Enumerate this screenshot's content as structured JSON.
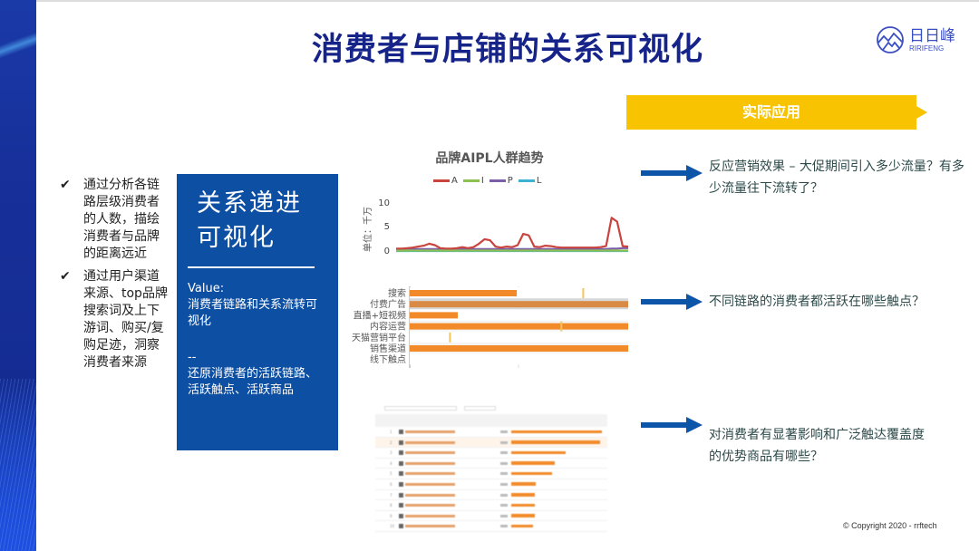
{
  "title": "消费者与店铺的关系可视化",
  "logo": {
    "cn": "日日峰",
    "en": "RIRIFENG"
  },
  "bullets": [
    "通过分析各链路层级消费者的人数，描绘消费者与品牌的距离远近",
    "通过用户渠道来源、top品牌搜索词及上下游词、购买/复购足迹，洞察消费者来源"
  ],
  "bluebox": {
    "title_line1": "关系递进",
    "title_line2": "可视化",
    "value_label": "Value:",
    "value_text": "消费者链路和关系流转可视化",
    "sep": "--",
    "detail": "还原消费者的活跃链路、活跃触点、活跃商品"
  },
  "banner": "实际应用",
  "questions": [
    "反应营销效果 – 大促期间引入多少流量？有多少流量往下流转了？",
    "不同链路的消费者都活跃在哪些触点？",
    "对消费者有显著影响和广泛触达覆盖度的优势商品有哪些？"
  ],
  "copyright": "© Copyright 2020 - rrftech",
  "colors": {
    "navy": "#16248a",
    "box": "#0d4fa3",
    "banner": "#f8c300",
    "arrow": "#0d55a8",
    "orange": "#f28a2a"
  },
  "chart_data": [
    {
      "type": "line",
      "title": "品牌AIPL人群趋势",
      "ylabel": "单位：千万",
      "ylim": [
        0,
        10
      ],
      "yticks": [
        "10",
        "5",
        "0"
      ],
      "series": [
        {
          "name": "A",
          "color": "#c9443f",
          "values": [
            0.5,
            0.5,
            0.6,
            0.7,
            0.9,
            1.1,
            1.5,
            1.2,
            0.6,
            0.5,
            0.5,
            0.6,
            0.8,
            0.6,
            0.8,
            1.5,
            2.4,
            2.2,
            0.9,
            0.7,
            0.9,
            0.8,
            1.2,
            3.5,
            3.2,
            0.9,
            0.8,
            1.1,
            1.0,
            0.8,
            0.7,
            0.7,
            0.7,
            0.7,
            0.7,
            0.7,
            0.7,
            0.8,
            1.0,
            6.8,
            6.0,
            1.0,
            0.9
          ]
        },
        {
          "name": "I",
          "color": "#8cc152",
          "values": [
            0.1,
            0.1,
            0.1,
            0.1,
            0.1,
            0.1,
            0.1,
            0.1,
            0.1,
            0.1,
            0.1,
            0.1,
            0.1,
            0.1,
            0.1,
            0.1,
            0.1,
            0.1,
            0.1,
            0.1,
            0.1,
            0.1,
            0.1,
            0.1,
            0.1,
            0.1,
            0.1,
            0.1,
            0.1,
            0.1,
            0.1,
            0.1,
            0.1,
            0.1,
            0.1,
            0.1,
            0.1,
            0.1,
            0.1,
            0.1,
            0.1,
            0.1,
            0.1
          ]
        },
        {
          "name": "P",
          "color": "#7b5ea7",
          "values": [
            0.4,
            0.4,
            0.4,
            0.4,
            0.4,
            0.4,
            0.4,
            0.4,
            0.4,
            0.4,
            0.4,
            0.4,
            0.4,
            0.4,
            0.4,
            0.4,
            0.4,
            0.4,
            0.4,
            0.4,
            0.4,
            0.4,
            0.4,
            0.4,
            0.4,
            0.4,
            0.4,
            0.4,
            0.4,
            0.4,
            0.4,
            0.4,
            0.4,
            0.4,
            0.4,
            0.4,
            0.4,
            0.4,
            0.4,
            0.5,
            0.5,
            0.6,
            0.6
          ]
        },
        {
          "name": "L",
          "color": "#3bb3d0",
          "values": [
            0,
            0,
            0,
            0,
            0,
            0,
            0,
            0,
            0,
            0,
            0,
            0,
            0,
            0,
            0,
            0,
            0,
            0,
            0,
            0,
            0,
            0,
            0,
            0,
            0,
            0,
            0,
            0,
            0,
            0,
            0,
            0,
            0,
            0,
            0,
            0,
            0,
            0,
            0,
            0,
            0,
            0,
            0
          ]
        }
      ]
    },
    {
      "type": "bar",
      "orientation": "horizontal",
      "categories": [
        "搜索",
        "付费广告",
        "直播+短视频",
        "内容运营",
        "天猫营销平台",
        "销售渠道",
        "线下触点"
      ],
      "values": [
        0.49,
        1.0,
        0.22,
        1.0,
        0,
        1.0,
        0
      ],
      "markers": [
        0.79,
        null,
        null,
        0.69,
        0.18,
        null,
        null
      ],
      "highlighted": "付费广告",
      "xlim": [
        0,
        1
      ]
    },
    {
      "type": "table",
      "row_numbers": [
        "1",
        "2",
        "3",
        "4",
        "5",
        "6",
        "7",
        "8",
        "9",
        "10"
      ],
      "values": [
        1.0,
        0.98,
        0.6,
        0.48,
        0.45,
        0.27,
        0.26,
        0.26,
        0.26,
        0.24
      ],
      "highlighted_row": 2
    }
  ]
}
